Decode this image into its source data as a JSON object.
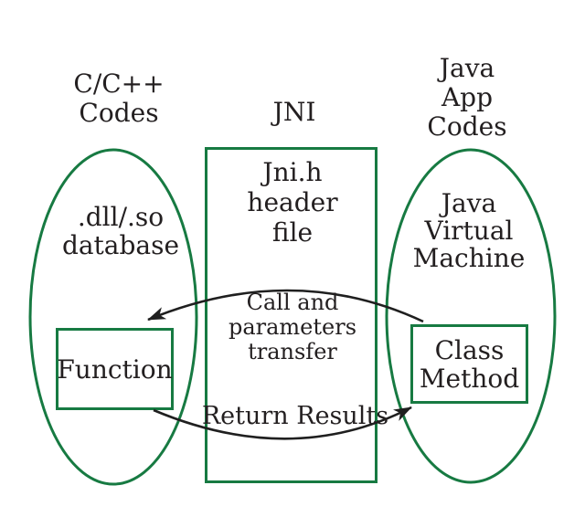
{
  "colors": {
    "green": "#177A42",
    "ink": "#1F1F1F",
    "text": "#231F20",
    "bg": "#FFFFFF"
  },
  "headers": {
    "cpp": "C/C++\nCodes",
    "jni": "JNI",
    "java": "Java\nApp\nCodes"
  },
  "cpp_group": {
    "database_label": ".dll/.so\ndatabase",
    "function_box_label": "Function"
  },
  "jni_group": {
    "header_file_label": "Jni.h\nheader\nfile",
    "call_arrow_label": "Call and\nparameters\ntransfer",
    "return_arrow_label": "Return Results"
  },
  "java_group": {
    "jvm_label": "Java\nVirtual\nMachine",
    "class_method_box_label": "Class\nMethod"
  }
}
